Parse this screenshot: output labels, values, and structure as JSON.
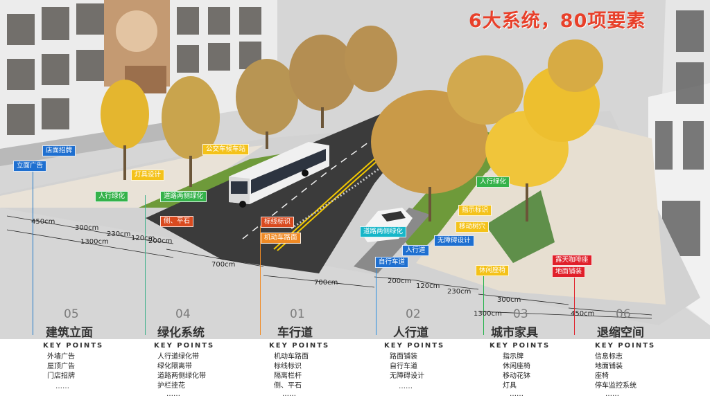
{
  "headline": "6大系统，80项要素",
  "key_points_label": "KEY POINTS",
  "ellipsis": "……",
  "colors": {
    "headline": "#e8402a",
    "tag_blue": "#1e6fd0",
    "tag_green": "#34b24a",
    "tag_yellow": "#f4c21a",
    "tag_orange": "#f08a24",
    "tag_red": "#e0202a",
    "tag_cyan": "#16b6c8"
  },
  "tags": {
    "storefront_sign": "店面招牌",
    "facade_ad": "立面广告",
    "lighting": "灯具设计",
    "pedestrian_green": "人行绿化",
    "roadside_green": "道路两侧绿化",
    "curbstone": "侧、平石",
    "bus_stop": "公交车候车站",
    "road_marking": "标线标识",
    "motor_pavement": "机动车路面",
    "roadside_green_right": "道路两侧绿化",
    "sidewalk": "人行道",
    "barrier_free": "无障碍设计",
    "bike_lane": "自行车道",
    "pedestrian_green_right": "人行绿化",
    "signage": "指示标识",
    "planter": "移动树穴",
    "rest_seat": "休闲座椅",
    "outdoor_cafe": "露天咖啡座",
    "ground_paving": "地面铺装"
  },
  "dims": {
    "d450_left": "450cm",
    "d300_left": "300cm",
    "d230_left": "230cm",
    "d120_left": "120cm",
    "d200_left": "200cm",
    "d1300_left": "1300cm",
    "d700_left": "700cm",
    "d700_right": "700cm",
    "d200_right": "200cm",
    "d120_right": "120cm",
    "d230_right": "230cm",
    "d300_right": "300cm",
    "d1300_right": "1300cm",
    "d450_right": "450cm"
  },
  "systems": [
    {
      "number": "05",
      "title": "建筑立面",
      "color": "#1f78c8",
      "items": [
        "外墙广告",
        "屋顶广告",
        "门店招牌"
      ]
    },
    {
      "number": "04",
      "title": "绿化系统",
      "color": "#3cb08a",
      "items": [
        "人行道绿化带",
        "绿化隔离带",
        "道路两侧绿化带",
        "护栏挂花"
      ]
    },
    {
      "number": "01",
      "title": "车行道",
      "color": "#f08a24",
      "items": [
        "机动车路面",
        "标线标识",
        "隔离栏杆",
        "侧、平石"
      ]
    },
    {
      "number": "02",
      "title": "人行道",
      "color": "#2a8fe0",
      "items": [
        "路面铺装",
        "自行车道",
        "无障碍设计"
      ]
    },
    {
      "number": "03",
      "title": "城市家具",
      "color": "#25b34b",
      "items": [
        "指示牌",
        "休闲座椅",
        "移动花钵",
        "灯具"
      ]
    },
    {
      "number": "06",
      "title": "退缩空间",
      "color": "#e0202a",
      "items": [
        "信息标志",
        "地面铺装",
        "座椅",
        "停车监控系统"
      ]
    }
  ]
}
